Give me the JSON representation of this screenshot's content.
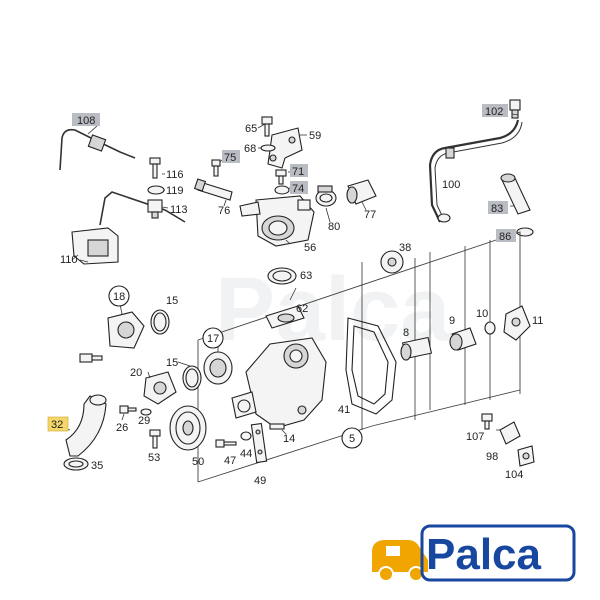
{
  "diagram": {
    "callouts": [
      {
        "id": "c108",
        "text": "108",
        "boxed": "grey"
      },
      {
        "id": "c65",
        "text": "65"
      },
      {
        "id": "c59",
        "text": "59"
      },
      {
        "id": "c68",
        "text": "68"
      },
      {
        "id": "c75",
        "text": "75",
        "boxed": "grey"
      },
      {
        "id": "c71",
        "text": "71",
        "boxed": "grey"
      },
      {
        "id": "c74",
        "text": "74",
        "boxed": "grey"
      },
      {
        "id": "c116",
        "text": "116"
      },
      {
        "id": "c119",
        "text": "119"
      },
      {
        "id": "c113",
        "text": "113"
      },
      {
        "id": "c76",
        "text": "76"
      },
      {
        "id": "c80",
        "text": "80"
      },
      {
        "id": "c77",
        "text": "77"
      },
      {
        "id": "c56",
        "text": "56"
      },
      {
        "id": "c102",
        "text": "102",
        "boxed": "grey"
      },
      {
        "id": "c100",
        "text": "100"
      },
      {
        "id": "c83",
        "text": "83",
        "boxed": "grey"
      },
      {
        "id": "c86",
        "text": "86",
        "boxed": "grey"
      },
      {
        "id": "c110",
        "text": "110"
      },
      {
        "id": "c38",
        "text": "38"
      },
      {
        "id": "c63",
        "text": "63"
      },
      {
        "id": "c62",
        "text": "62"
      },
      {
        "id": "c18",
        "text": "18",
        "boxed": "circle"
      },
      {
        "id": "c15a",
        "text": "15"
      },
      {
        "id": "c17",
        "text": "17",
        "boxed": "circle"
      },
      {
        "id": "c15b",
        "text": "15"
      },
      {
        "id": "c8",
        "text": "8"
      },
      {
        "id": "c9",
        "text": "9"
      },
      {
        "id": "c10",
        "text": "10"
      },
      {
        "id": "c11",
        "text": "11"
      },
      {
        "id": "c20",
        "text": "20"
      },
      {
        "id": "c41",
        "text": "41"
      },
      {
        "id": "c32",
        "text": "32",
        "boxed": "yellow"
      },
      {
        "id": "c26",
        "text": "26"
      },
      {
        "id": "c29",
        "text": "29"
      },
      {
        "id": "c14",
        "text": "14"
      },
      {
        "id": "c5",
        "text": "5",
        "boxed": "circle"
      },
      {
        "id": "c107",
        "text": "107"
      },
      {
        "id": "c98",
        "text": "98"
      },
      {
        "id": "c104",
        "text": "104"
      },
      {
        "id": "c53",
        "text": "53"
      },
      {
        "id": "c50",
        "text": "50"
      },
      {
        "id": "c47",
        "text": "47"
      },
      {
        "id": "c44",
        "text": "44"
      },
      {
        "id": "c49",
        "text": "49"
      },
      {
        "id": "c35",
        "text": "35"
      }
    ]
  },
  "brand": {
    "name": "Palca",
    "color": "#17479e",
    "accent": "#f0a500"
  },
  "watermark": {
    "text": "Palca"
  }
}
